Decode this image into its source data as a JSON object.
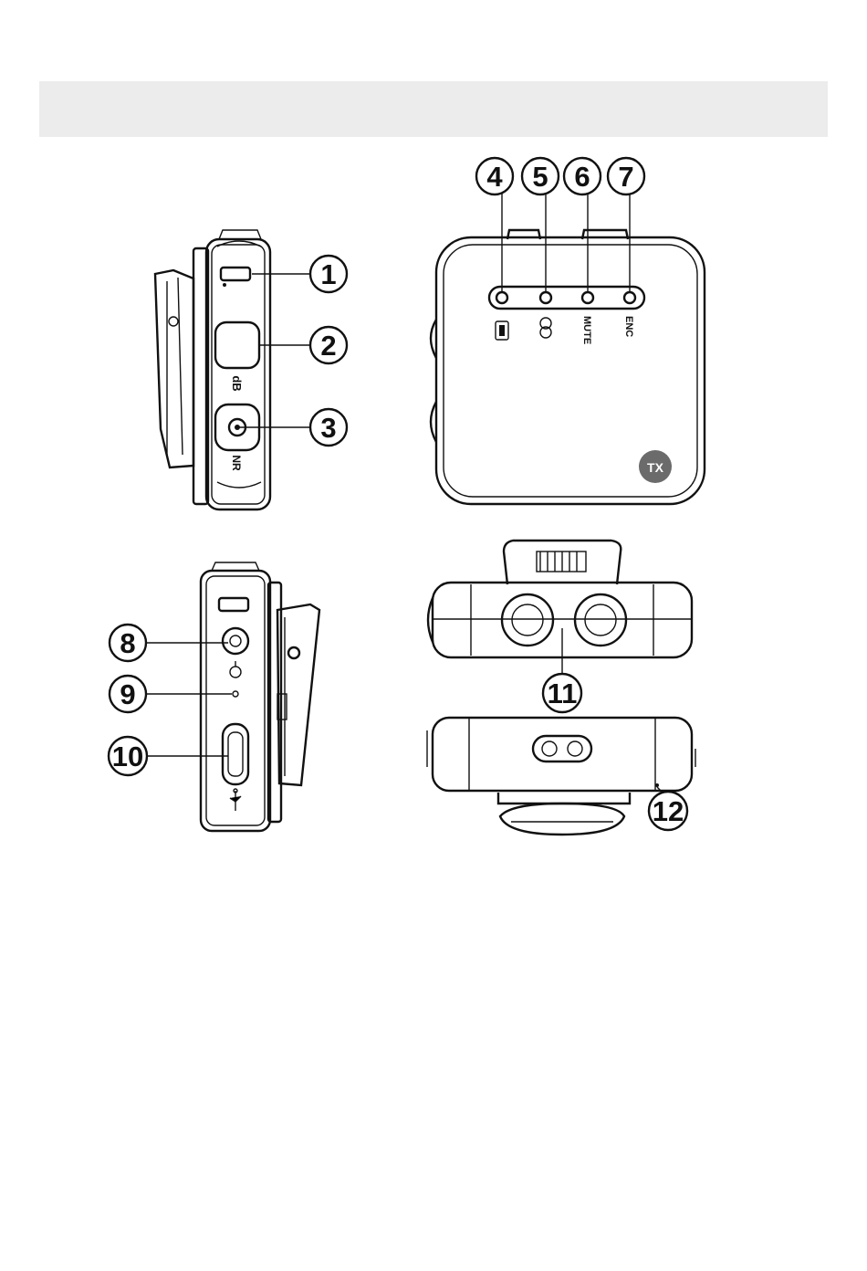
{
  "header": {
    "title": ""
  },
  "callouts": [
    "1",
    "2",
    "3",
    "4",
    "5",
    "6",
    "7",
    "8",
    "9",
    "10",
    "11",
    "12"
  ],
  "indicator_labels": {
    "mute": "MUTE",
    "enc": "ENC"
  },
  "badge": {
    "text": "TX"
  },
  "icons": {
    "battery": "battery-icon",
    "link": "link-icon",
    "db": "db-icon",
    "noise_reduction": "noise-reduction-icon",
    "mic_jack": "mic-jack-icon",
    "usb": "usb-icon"
  },
  "colors": {
    "ink": "#111111",
    "band": "#ececec",
    "badge": "#6b6b6b"
  }
}
